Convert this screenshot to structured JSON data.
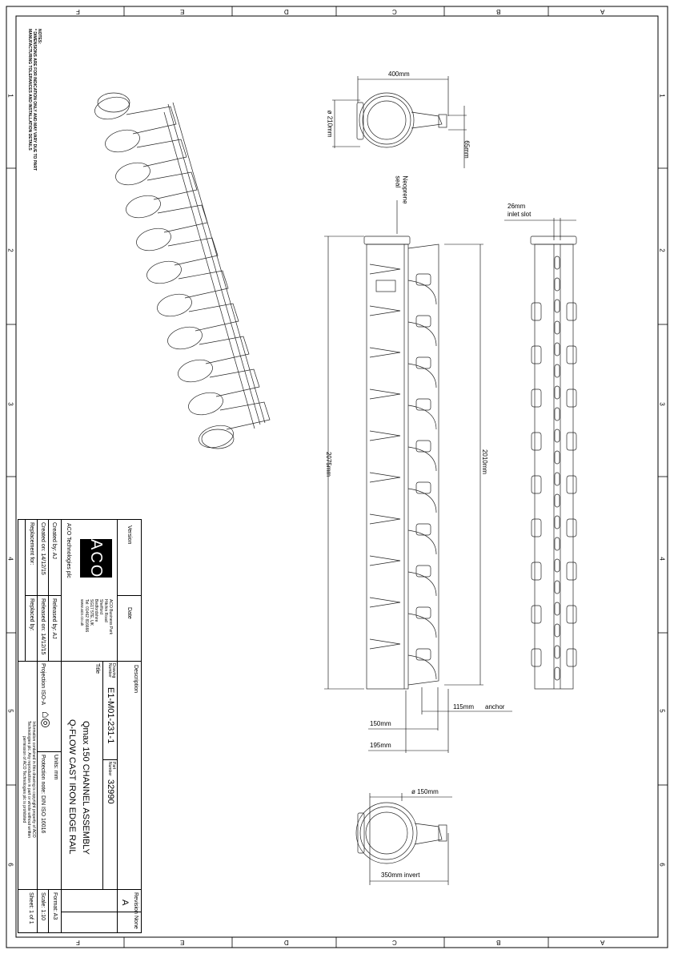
{
  "grid": {
    "letters": [
      "F",
      "E",
      "D",
      "C",
      "B",
      "A"
    ],
    "numbers": [
      "1",
      "2",
      "3",
      "4",
      "5",
      "6"
    ]
  },
  "notes": {
    "heading": "NOTES:",
    "lines": [
      "* DIMENSIONS ARE FOR INDICATION ONLY AND MAY VARY DUE TO PART",
      "MANUFACTURING TOLERANCES AND INSTALLATION DETAILS"
    ]
  },
  "dimensions": {
    "end_width": "400mm",
    "end_diameter": "ø 210mm",
    "end_offset": "65mm",
    "seal": [
      "Neoprene",
      "seal"
    ],
    "slot": [
      "26mm",
      "inlet slot"
    ],
    "overall_length": "2075mm",
    "body_length": "2010mm",
    "anchor": "115mm",
    "anchor_label": "anchor",
    "width_150": "150mm",
    "width_195": "195mm",
    "outlet_diameter": "ø 150mm",
    "invert": "350mm invert"
  },
  "title_block": {
    "version_label": "Version",
    "date_label": "Date",
    "description_label": "Description",
    "revision_label": "Revision",
    "revision": "A",
    "name_label": "None",
    "logo": "ACO",
    "company": "ACO Technologies plc",
    "address": [
      "ACO Business Park",
      "Hitchin Road",
      "Shefford",
      "Bedfordshire",
      "SG17 5TE, UK"
    ],
    "tel": "Tel: 01462 816666",
    "web": "www.aco.co.uk",
    "drawing_number_label": "Drawing Number",
    "drawing_number": "E1-M01-231-1",
    "part_number_label": "Part Number",
    "part_number": "32990",
    "title_label": "Title",
    "title_lines": [
      "Qmax 150 CHANNEL ASSEMBLY",
      "Q-FLOW CAST IRON EDGE RAIL"
    ],
    "created_by": "Created by: AJ",
    "released_by": "Released by: AJ",
    "created_on": "Created on: 14/12/15",
    "released_on": "Released on: 14/12/15",
    "replacement_for": "Replacement for:",
    "replaced_by": "Replaced by:",
    "projection": "Projection ISO-A",
    "units": "Units: mm",
    "protection": "Protection note: DIN ISO 16016",
    "format": "Format: A3",
    "scale": "Scale: 1:10",
    "sheet": "Sheet: 1 of 1",
    "copyright": [
      "Information contained in this drawing is copyright property of ACO",
      "Technologies plc. Any reproduction in part or whole without written",
      "permission of ACO Technologies plc is prohibited"
    ]
  }
}
